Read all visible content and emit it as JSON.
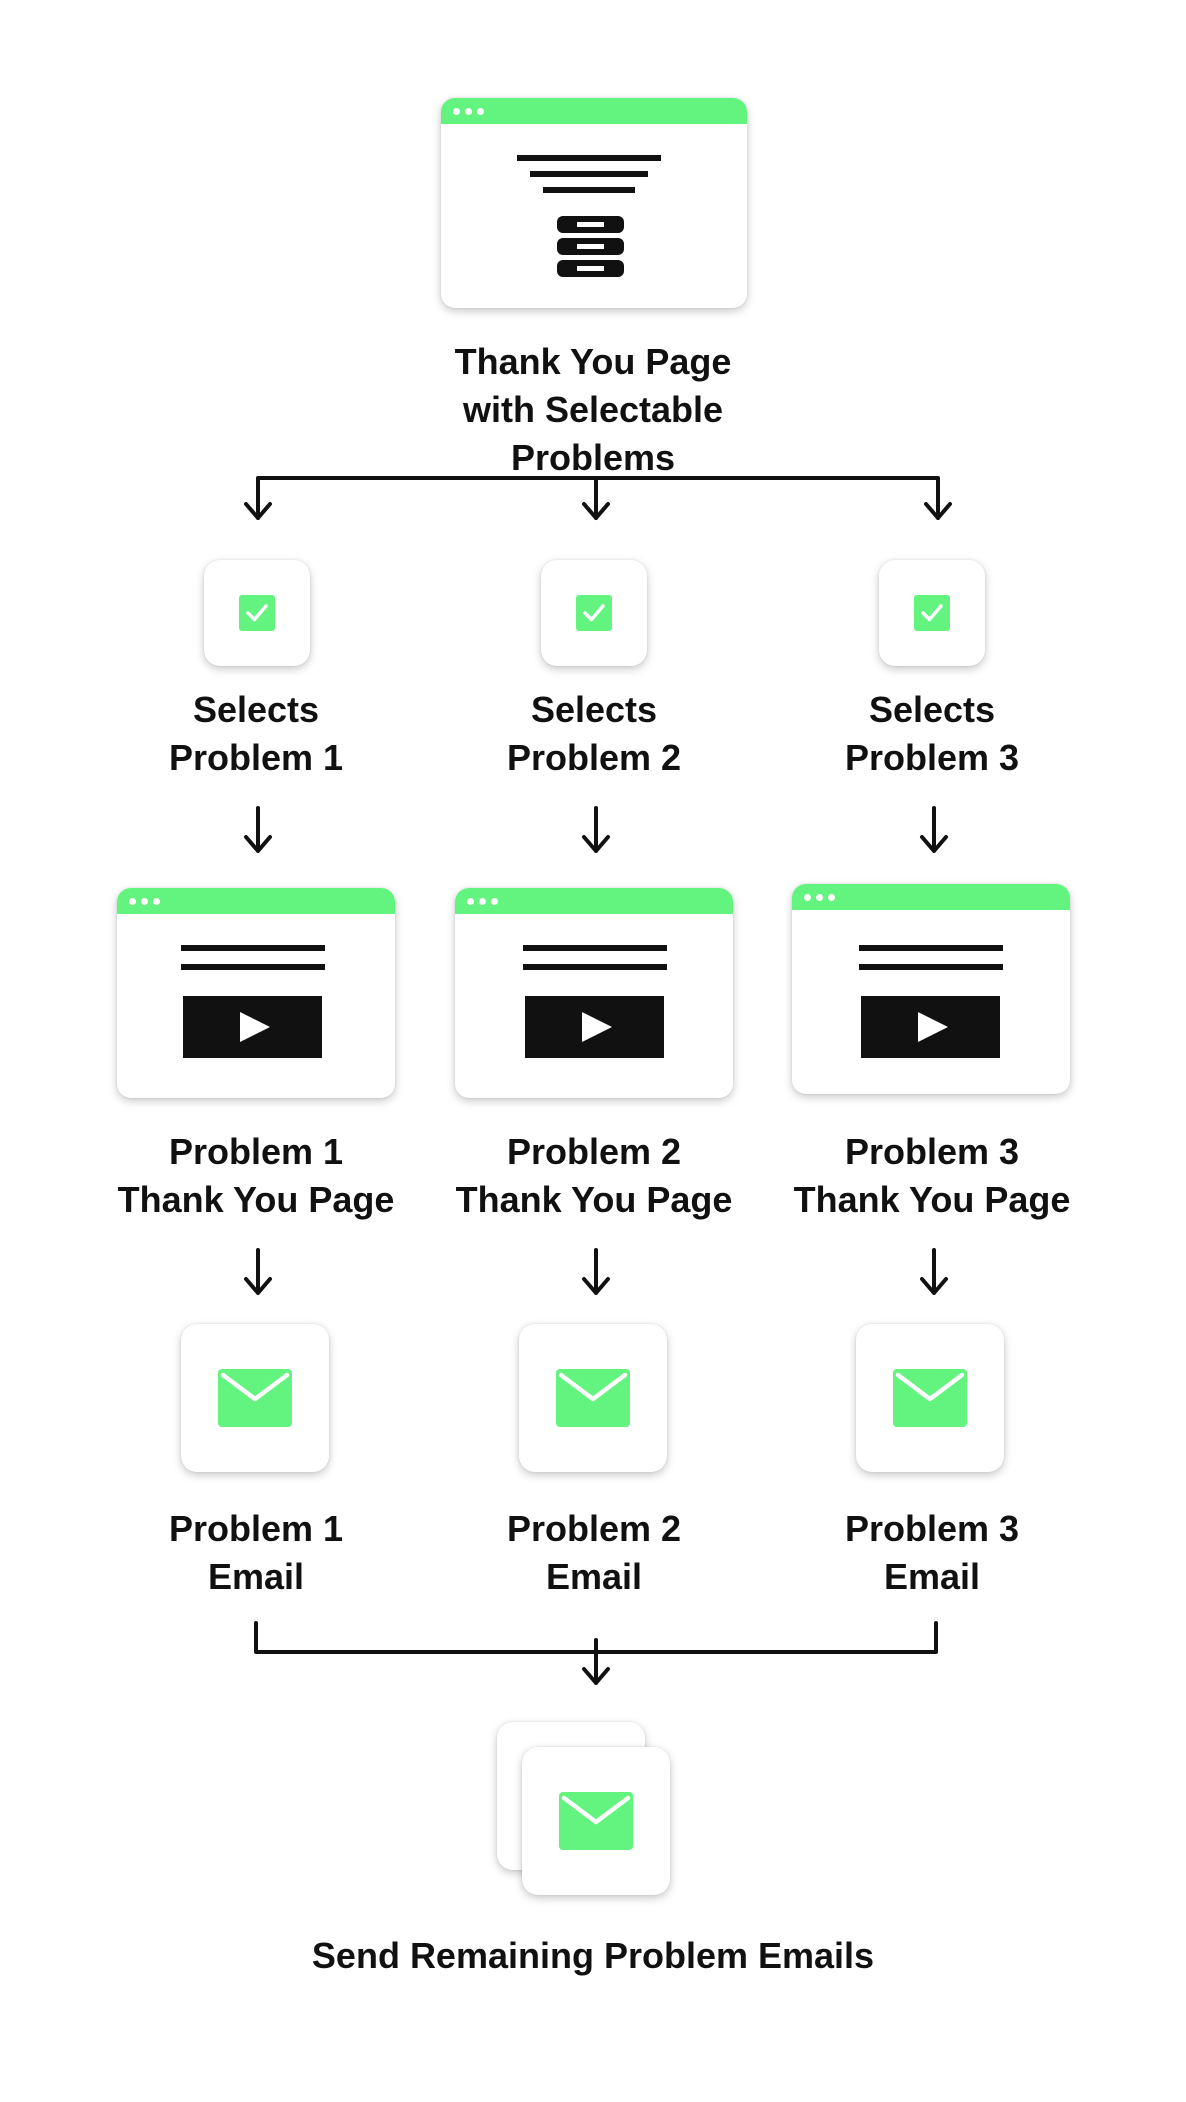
{
  "nodes": {
    "start": {
      "line1": "Thank You Page",
      "line2": "with Selectable Problems"
    },
    "select": [
      {
        "line1": "Selects",
        "line2": "Problem 1"
      },
      {
        "line1": "Selects",
        "line2": "Problem 2"
      },
      {
        "line1": "Selects",
        "line2": "Problem 3"
      }
    ],
    "page": [
      {
        "line1": "Problem 1",
        "line2": "Thank You Page"
      },
      {
        "line1": "Problem 2",
        "line2": "Thank You Page"
      },
      {
        "line1": "Problem 3",
        "line2": "Thank You Page"
      }
    ],
    "email": [
      {
        "line1": "Problem 1",
        "line2": "Email"
      },
      {
        "line1": "Problem 2",
        "line2": "Email"
      },
      {
        "line1": "Problem 3",
        "line2": "Email"
      }
    ],
    "end": {
      "label": "Send Remaining Problem Emails"
    }
  },
  "icons": {
    "start": "funnel-page-icon",
    "select": "checkbox-checked-icon",
    "page": "video-page-icon",
    "email": "envelope-icon",
    "end": "stacked-envelope-icon"
  },
  "colors": {
    "accent": "#63f47f",
    "ink": "#111111",
    "background": "#ffffff"
  }
}
